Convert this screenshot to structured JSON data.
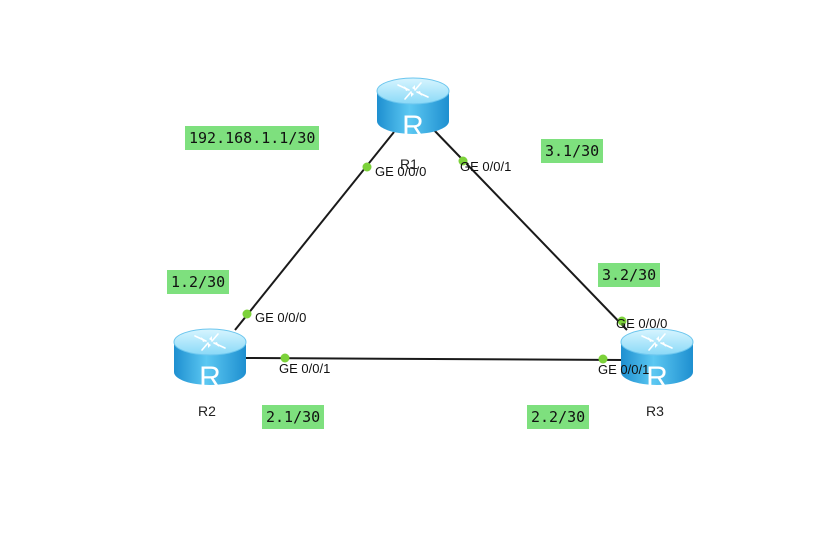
{
  "routers": [
    {
      "name": "R1"
    },
    {
      "name": "R2"
    },
    {
      "name": "R3"
    }
  ],
  "router_glyph": "R",
  "ports": {
    "r1_ge000": "GE 0/0/0",
    "r1_ge001": "GE 0/0/1",
    "r2_ge000": "GE 0/0/0",
    "r2_ge001": "GE 0/0/1",
    "r3_ge000": "GE 0/0/0",
    "r3_ge001": "GE 0/0/1"
  },
  "ip_labels": {
    "r1_r2_net": "192.168.1.1/30",
    "r1_r3": "3.1/30",
    "r2_r1": "1.2/30",
    "r3_r1": "3.2/30",
    "r2_r3": "2.1/30",
    "r3_r2": "2.2/30"
  },
  "colors": {
    "label_bg": "#7ee07e",
    "port_dot": "#7cd23a",
    "link": "#1a1a1a",
    "router_body": "#2aa7e0",
    "router_top": "#a8e6fb"
  },
  "icons": [
    "router-icon"
  ]
}
